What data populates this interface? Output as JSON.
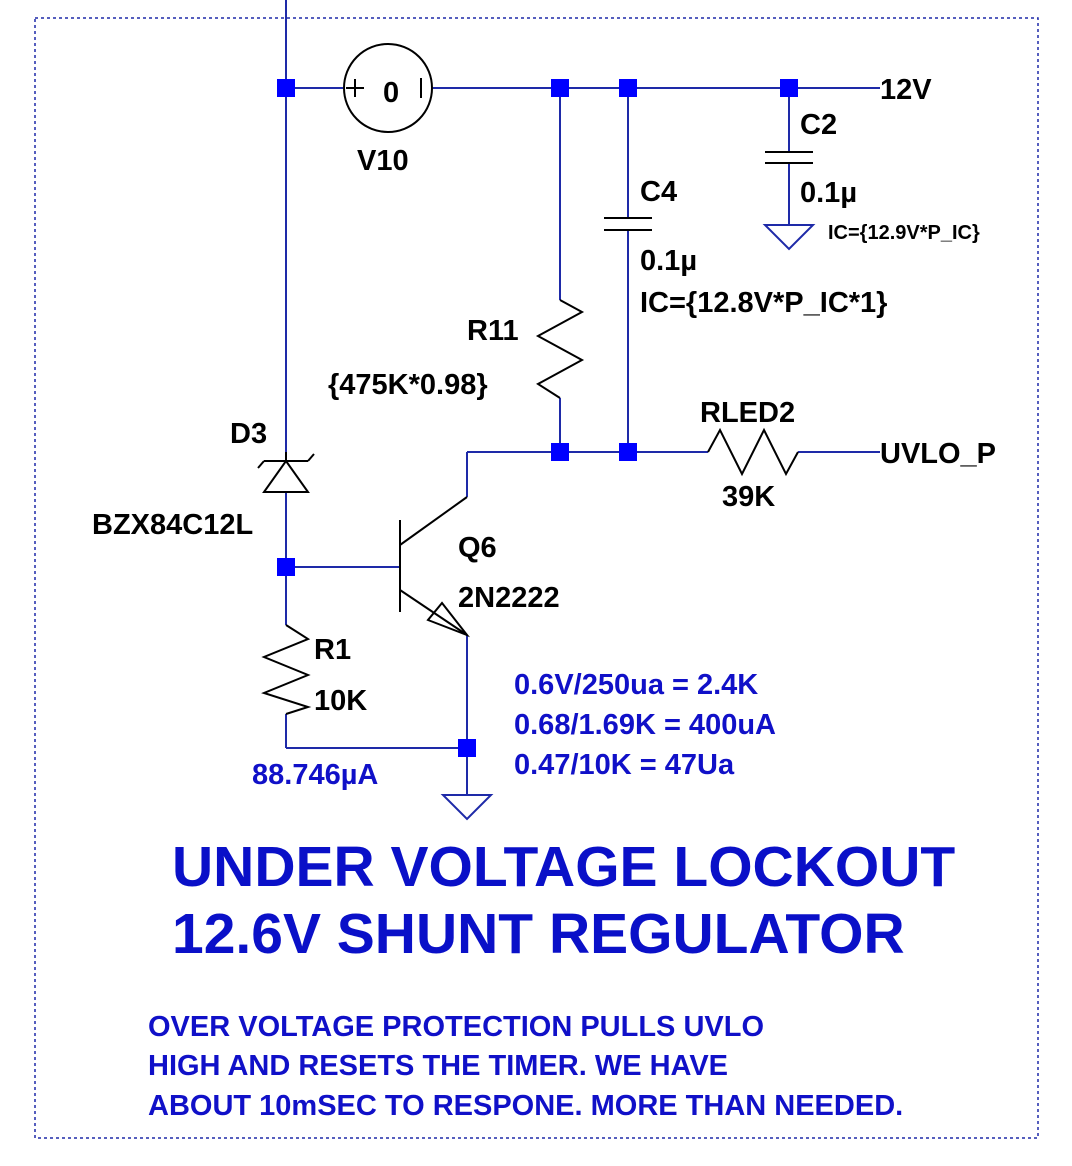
{
  "labels": {
    "v10_value": "0",
    "v10_name": "V10",
    "net_12v": "12V",
    "c2_name": "C2",
    "c2_value": "0.1µ",
    "c2_ic": "IC={12.9V*P_IC}",
    "c4_name": "C4",
    "c4_value": "0.1µ",
    "c4_ic": "IC={12.8V*P_IC*1}",
    "r11_name": "R11",
    "r11_value": "{475K*0.98}",
    "d3_name": "D3",
    "d3_value": "BZX84C12L",
    "rled2_name": "RLED2",
    "rled2_value": "39K",
    "net_uvlo": "UVLO_P",
    "q6_name": "Q6",
    "q6_value": "2N2222",
    "r1_name": "R1",
    "r1_value": "10K",
    "current_probe": "88.746µA"
  },
  "notes": [
    "0.6V/250ua = 2.4K",
    "0.68/1.69K = 400uA",
    "0.47/10K = 47Ua"
  ],
  "title": [
    "UNDER VOLTAGE LOCKOUT",
    "12.6V SHUNT REGULATOR"
  ],
  "description": [
    "OVER VOLTAGE PROTECTION PULLS UVLO",
    "HIGH AND RESETS THE TIMER. WE HAVE",
    "ABOUT 10mSEC TO RESPONE. MORE THAN NEEDED."
  ],
  "colors": {
    "wire": "#1e2aa8",
    "node": "#0000ff",
    "text_blue": "#1010c8",
    "symbol": "#000000"
  }
}
